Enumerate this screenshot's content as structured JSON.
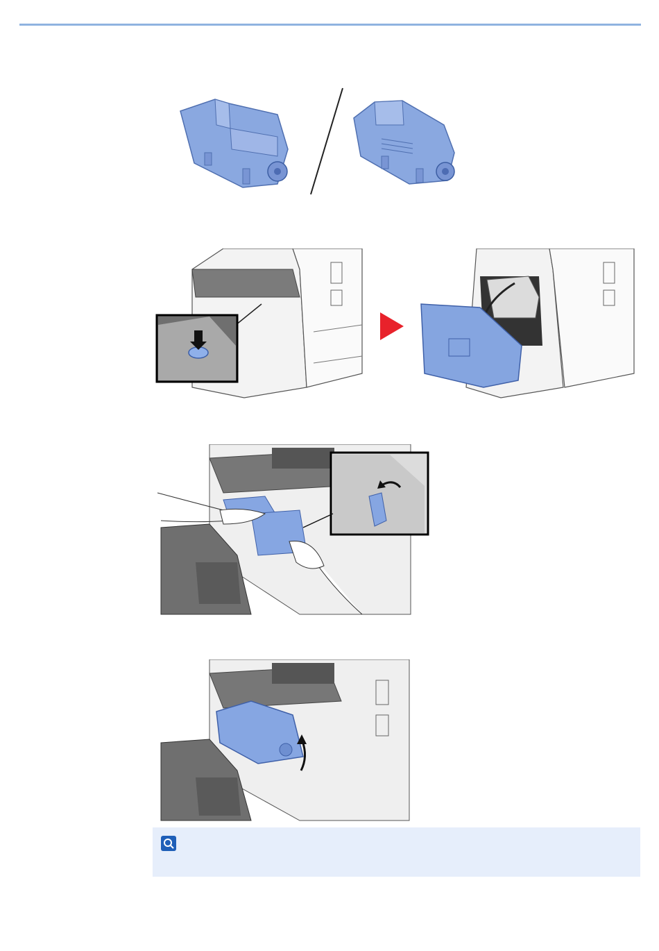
{
  "page": {
    "accent_color": "#8fb3e0"
  },
  "figures": [
    {
      "name": "toner-types",
      "icon": "toner-cartridge-icon"
    },
    {
      "name": "open-front-cover",
      "icon": "printer-icon"
    },
    {
      "name": "remove-toner",
      "icon": "hand-icon"
    },
    {
      "name": "install-toner",
      "icon": "arrow-up-icon"
    }
  ],
  "note": {
    "icon": "note-icon",
    "text": ""
  },
  "colors": {
    "toner": "#7f9fdb",
    "toner_dark": "#5a7dc4",
    "arrow": "#e8222b",
    "machine": "#f2f2f2",
    "machine_dark": "#7a7a7a"
  }
}
